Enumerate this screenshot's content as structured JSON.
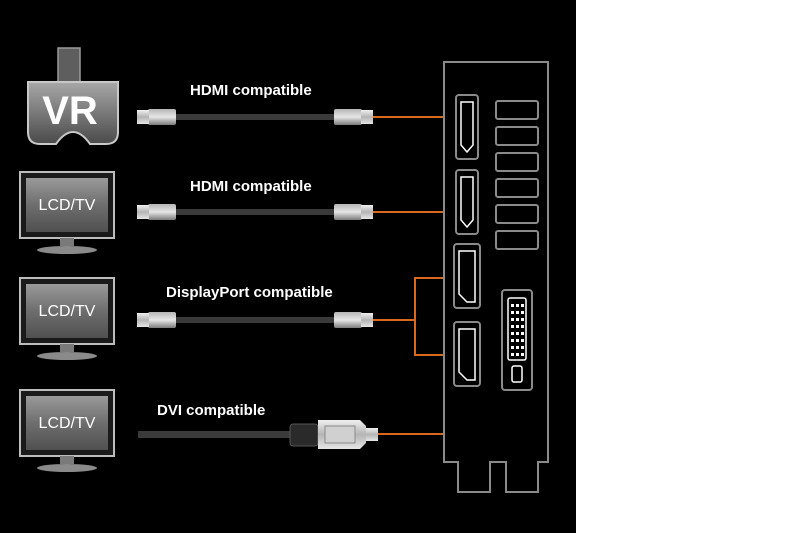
{
  "devices": {
    "vr_label": "VR",
    "lcd_label": "LCD/TV"
  },
  "connections": [
    {
      "label": "HDMI compatible"
    },
    {
      "label": "HDMI compatible"
    },
    {
      "label": "DisplayPort compatible"
    },
    {
      "label": "DVI compatible"
    }
  ],
  "colors": {
    "background": "#000000",
    "accent_line": "#d86a1e",
    "cable": "#3a3a3a",
    "bracket": "#8a8a8a"
  }
}
